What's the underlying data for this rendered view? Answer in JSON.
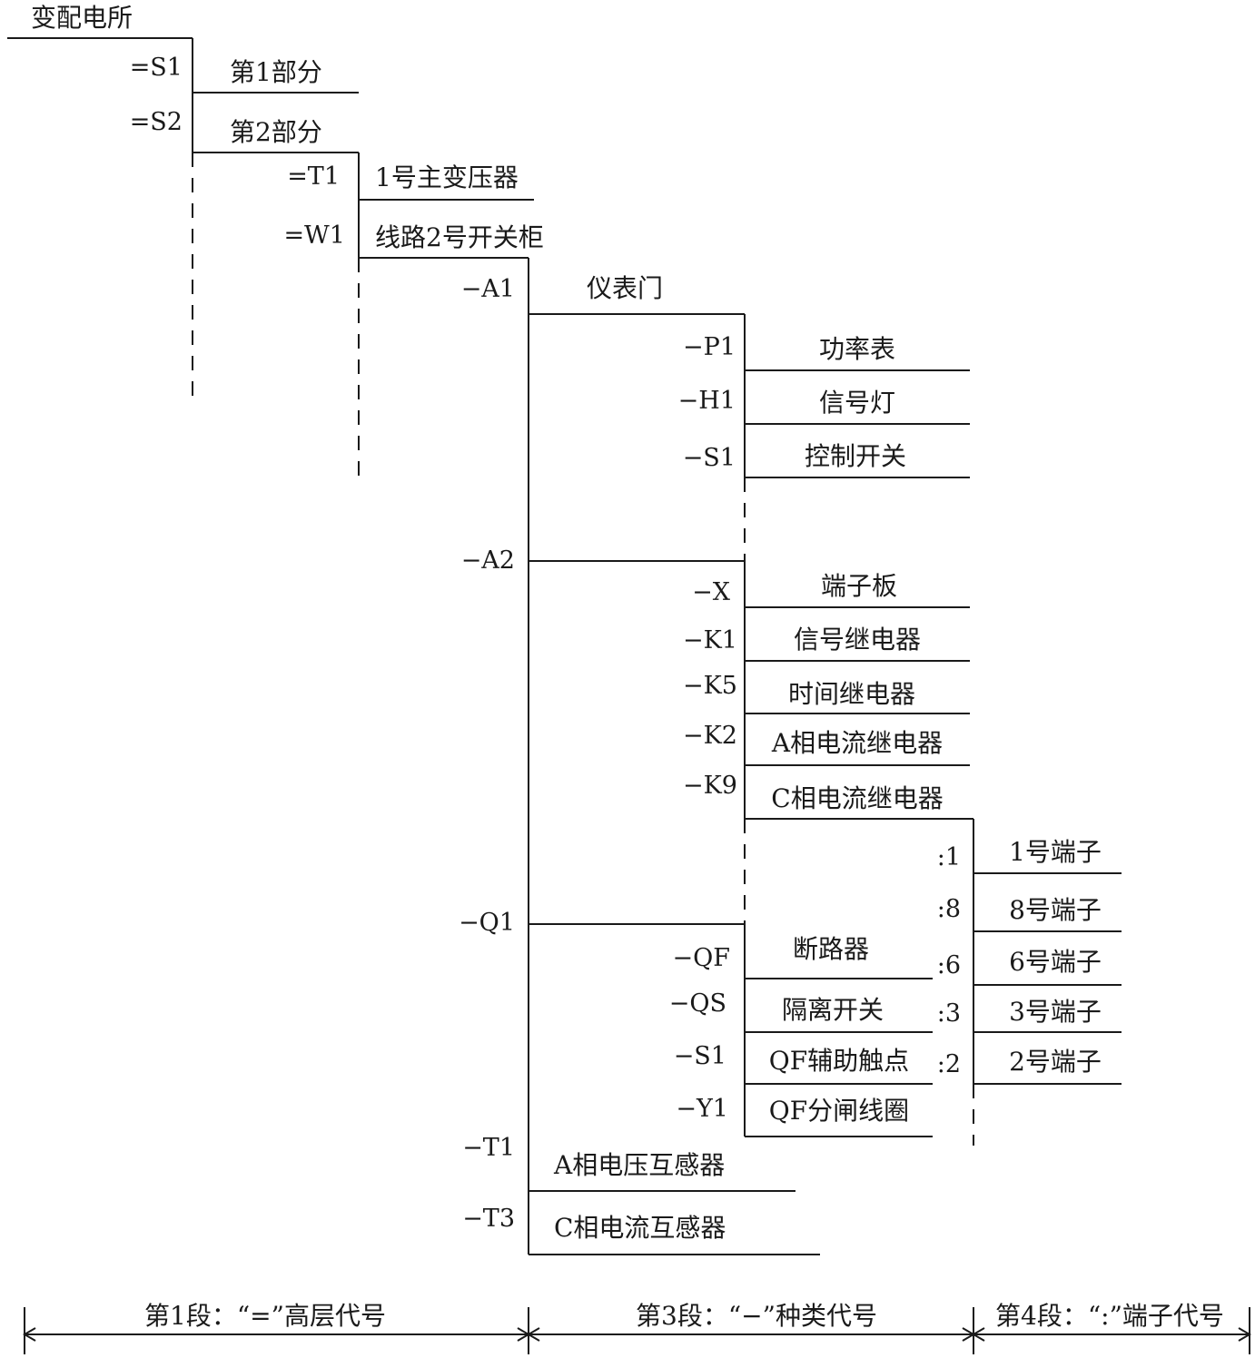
{
  "root": {
    "label": "变配电所"
  },
  "level1": [
    {
      "code": "=S1",
      "label": "第1部分"
    },
    {
      "code": "=S2",
      "label": "第2部分"
    }
  ],
  "level2": [
    {
      "code": "=T1",
      "label": "1号主变压器"
    },
    {
      "code": "=W1",
      "label": "线路2号开关柜"
    }
  ],
  "level3": [
    {
      "code": "−A1",
      "label": "仪表门"
    },
    {
      "code": "−A2",
      "label": ""
    },
    {
      "code": "−Q1",
      "label": ""
    },
    {
      "code": "−T1",
      "label": "A相电压互感器"
    },
    {
      "code": "−T3",
      "label": "C相电流互感器"
    }
  ],
  "a1_children": [
    {
      "code": "−P1",
      "label": "功率表"
    },
    {
      "code": "−H1",
      "label": "信号灯"
    },
    {
      "code": "−S1",
      "label": "控制开关"
    }
  ],
  "a2_children": [
    {
      "code": "−X",
      "label": "端子板"
    },
    {
      "code": "−K1",
      "label": "信号继电器"
    },
    {
      "code": "−K5",
      "label": "时间继电器"
    },
    {
      "code": "−K2",
      "label": "A相电流继电器"
    },
    {
      "code": "−K9",
      "label": "C相电流继电器"
    }
  ],
  "terminals": [
    {
      "code": ":1",
      "label": "1号端子"
    },
    {
      "code": ":8",
      "label": "8号端子"
    },
    {
      "code": ":6",
      "label": "6号端子"
    },
    {
      "code": ":3",
      "label": "3号端子"
    },
    {
      "code": ":2",
      "label": "2号端子"
    }
  ],
  "q1_children": [
    {
      "code": "−QF",
      "label": "断路器"
    },
    {
      "code": "−QS",
      "label": "隔离开关"
    },
    {
      "code": "−S1",
      "label": "QF辅助触点"
    },
    {
      "code": "−Y1",
      "label": "QF分闸线圈"
    }
  ],
  "segments": [
    {
      "label": "第1段：“=”高层代号"
    },
    {
      "label": "第3段：“−”种类代号"
    },
    {
      "label": "第4段：“:”端子代号"
    }
  ]
}
